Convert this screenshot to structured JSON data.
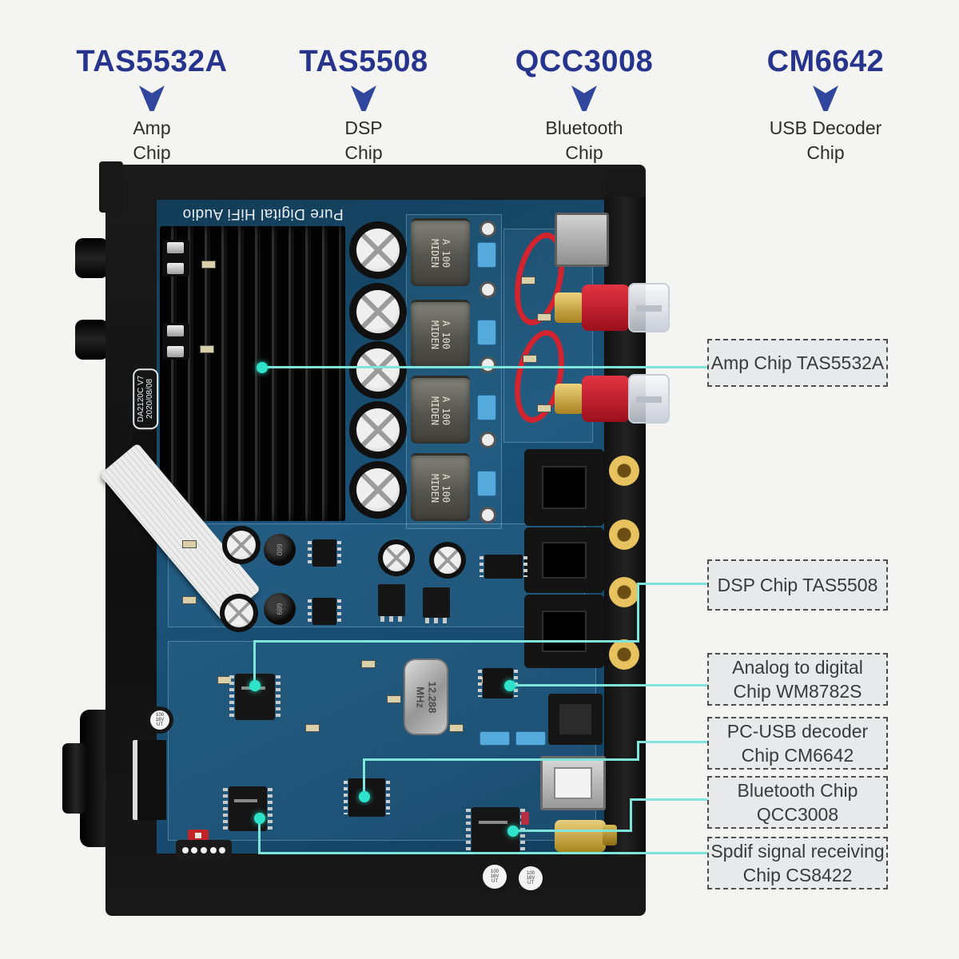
{
  "header": {
    "chips": [
      {
        "name": "TAS5532A",
        "role": [
          "Amp",
          "Chip"
        ]
      },
      {
        "name": "TAS5508",
        "role": [
          "DSP",
          "Chip"
        ]
      },
      {
        "name": "QCC3008",
        "role": [
          "Bluetooth",
          "Chip"
        ]
      },
      {
        "name": "CM6642",
        "role": [
          "USB Decoder",
          "Chip"
        ]
      }
    ]
  },
  "callouts": [
    {
      "lines": [
        "Amp Chip TAS5532A"
      ]
    },
    {
      "lines": [
        "DSP Chip TAS5508"
      ]
    },
    {
      "lines": [
        "Analog to digital",
        "Chip WM8782S"
      ]
    },
    {
      "lines": [
        "PC-USB decoder",
        "Chip CM6642"
      ]
    },
    {
      "lines": [
        "Bluetooth Chip",
        "QCC3008"
      ]
    },
    {
      "lines": [
        "Spdif signal receiving",
        "Chip CS8422"
      ]
    }
  ],
  "board": {
    "silkscreen_title": "Pure Digital HiFi Audio",
    "version_label": [
      "DA2120C V7",
      "2020/08/08"
    ],
    "crystal": [
      "12.288",
      "MHz"
    ],
    "film_capacitor": [
      "A 100",
      "MIDEN"
    ],
    "small_capacitor": [
      "100",
      "16V",
      "UT"
    ],
    "inductor_labels": [
      "680",
      "689"
    ]
  },
  "colors": {
    "chip_name_blue": "#27348e",
    "arrow_blue": "#31479e",
    "callout_line_teal": "#7fe5da",
    "callout_dot_teal": "#2fe3cb",
    "callout_box_bg": "#e8e9eb",
    "callout_box_border": "#4f4f4f",
    "pcb_blue": "#1b5277",
    "chassis_black": "#141414",
    "page_bg": "#f4f4f2"
  }
}
